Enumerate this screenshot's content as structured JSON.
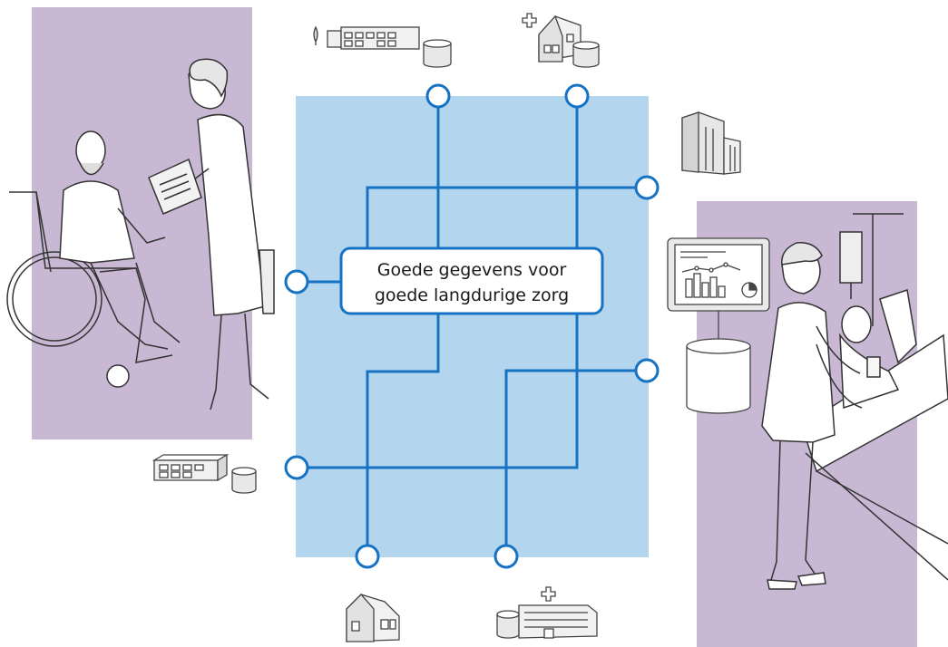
{
  "diagram": {
    "center_label": {
      "line1": "Goede gegevens voor",
      "line2": "goede langdurige zorg"
    },
    "colors": {
      "network_panel": "#b3d5ee",
      "network_line": "#1672c2",
      "node_fill": "#ffffff",
      "side_panel": "#c8b8d3",
      "label_border": "#1672c2",
      "label_fill": "#ffffff",
      "sketch_stroke": "#444444"
    },
    "scenes": {
      "left": "caregiver-with-wheelchair-user",
      "right": "nurse-with-patient-in-bed"
    },
    "icons": [
      "care-home-with-tree-icon",
      "clinic-house-icon",
      "office-tower-icon",
      "dashboard-database-icon",
      "row-houses-database-icon",
      "house-icon",
      "hospital-icon"
    ]
  }
}
